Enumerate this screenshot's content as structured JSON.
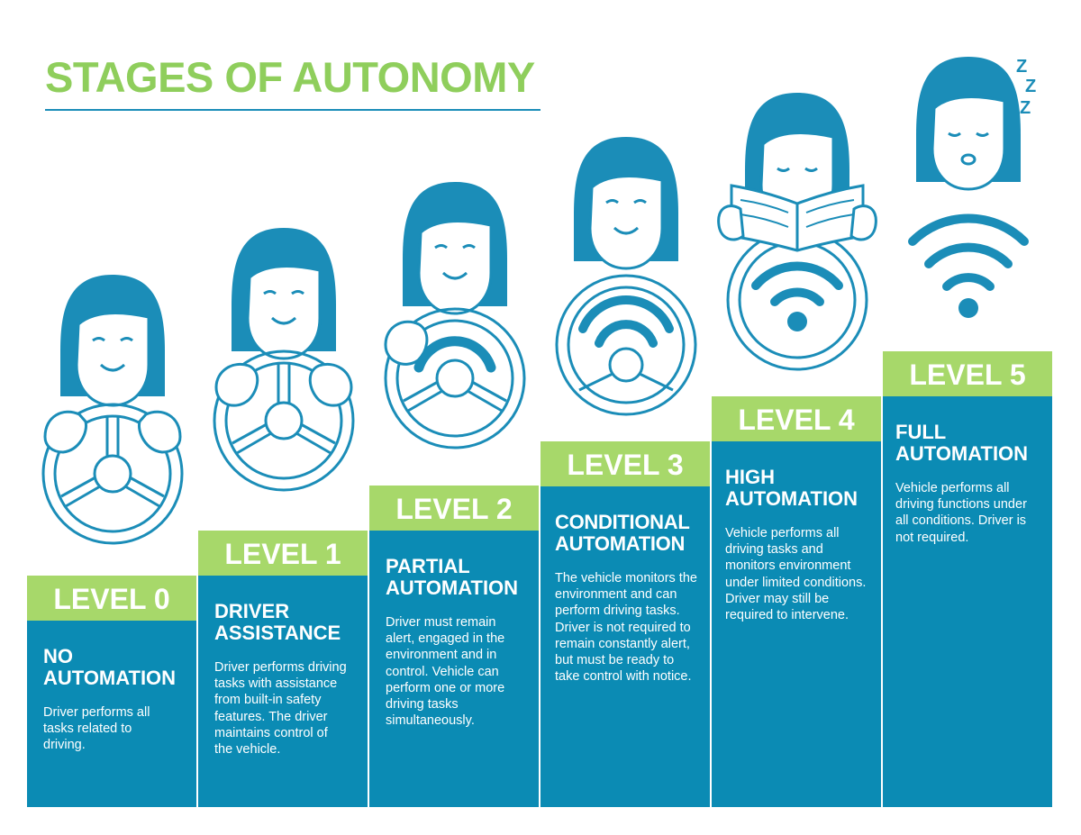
{
  "title": "STAGES OF AUTONOMY",
  "colors": {
    "green": "#a7d86a",
    "title_green": "#8fce5c",
    "blue": "#0b8bb4",
    "icon_blue": "#1b8db8"
  },
  "levels": [
    {
      "label": "LEVEL 0",
      "heading_line1": "NO",
      "heading_line2": "AUTOMATION",
      "description": "Driver performs all tasks related to driving.",
      "icon": "person-both-hands-on-steering-wheel-icon"
    },
    {
      "label": "LEVEL 1",
      "heading_line1": "DRIVER",
      "heading_line2": "ASSISTANCE",
      "description": "Driver performs driving tasks with assistance from built-in safety features. The driver maintains control of the vehicle.",
      "icon": "person-holding-wheel-icon"
    },
    {
      "label": "LEVEL 2",
      "heading_line1": "PARTIAL",
      "heading_line2": "AUTOMATION",
      "description": "Driver must remain alert, engaged in the environment and in control. Vehicle can perform one or more driving tasks simultaneously.",
      "icon": "person-one-hand-on-wheel-icon"
    },
    {
      "label": "LEVEL 3",
      "heading_line1": "CONDITIONAL",
      "heading_line2": "AUTOMATION",
      "description": "The vehicle monitors the environment and can perform driving tasks. Driver is not required to remain constantly alert, but must be ready to take control with notice.",
      "icon": "person-hands-free-wheel-icon"
    },
    {
      "label": "LEVEL 4",
      "heading_line1": "HIGH",
      "heading_line2": "AUTOMATION",
      "description": "Vehicle performs all driving tasks and monitors environment under limited conditions. Driver may still be required to intervene.",
      "icon": "person-reading-newspaper-icon"
    },
    {
      "label": "LEVEL 5",
      "heading_line1": "FULL",
      "heading_line2": "AUTOMATION",
      "description": "Vehicle performs all driving functions under all conditions. Driver is not required.",
      "icon": "person-sleeping-icon"
    }
  ],
  "sleep_symbol": "Z"
}
